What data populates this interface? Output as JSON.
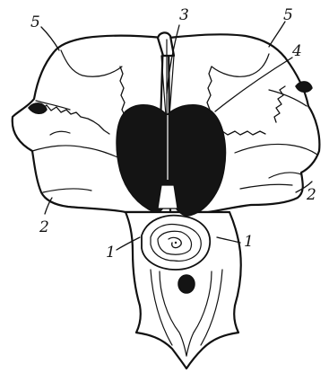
{
  "diagram": {
    "labels": [
      {
        "id": "label-1-left",
        "text": "1"
      },
      {
        "id": "label-1-right",
        "text": "1"
      },
      {
        "id": "label-2-left",
        "text": "2"
      },
      {
        "id": "label-2-right",
        "text": "2"
      },
      {
        "id": "label-3",
        "text": "3"
      },
      {
        "id": "label-4",
        "text": "4"
      },
      {
        "id": "label-5-left",
        "text": "5"
      },
      {
        "id": "label-5-right",
        "text": "5"
      }
    ],
    "colors": {
      "ink": "#111111",
      "paper": "#ffffff",
      "solid_fill": "#141414"
    }
  }
}
